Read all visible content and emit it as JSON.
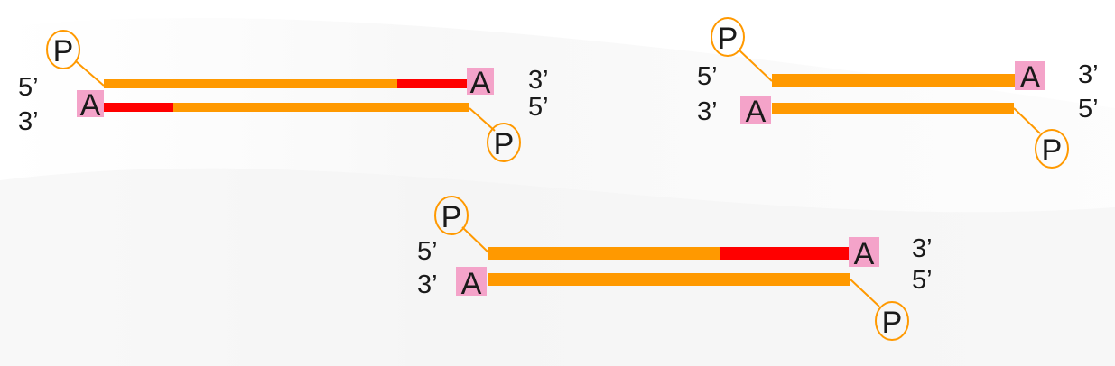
{
  "colors": {
    "strand": "#ff9900",
    "highlight": "#ff0000",
    "base_box": "#f4a3c9",
    "text": "#1a1a1a"
  },
  "labels": {
    "five_prime": "5’",
    "three_prime": "3’",
    "phosphate": "P",
    "adenine": "A"
  },
  "diagrams": [
    {
      "id": "top-left",
      "top_strand_red_fraction": 0.19,
      "bottom_strand_red_fraction": 0.19
    },
    {
      "id": "top-right",
      "top_strand_red_fraction": 0,
      "bottom_strand_red_fraction": 0
    },
    {
      "id": "bottom-center",
      "top_strand_red_fraction": 0.36,
      "bottom_strand_red_fraction": 0
    }
  ]
}
